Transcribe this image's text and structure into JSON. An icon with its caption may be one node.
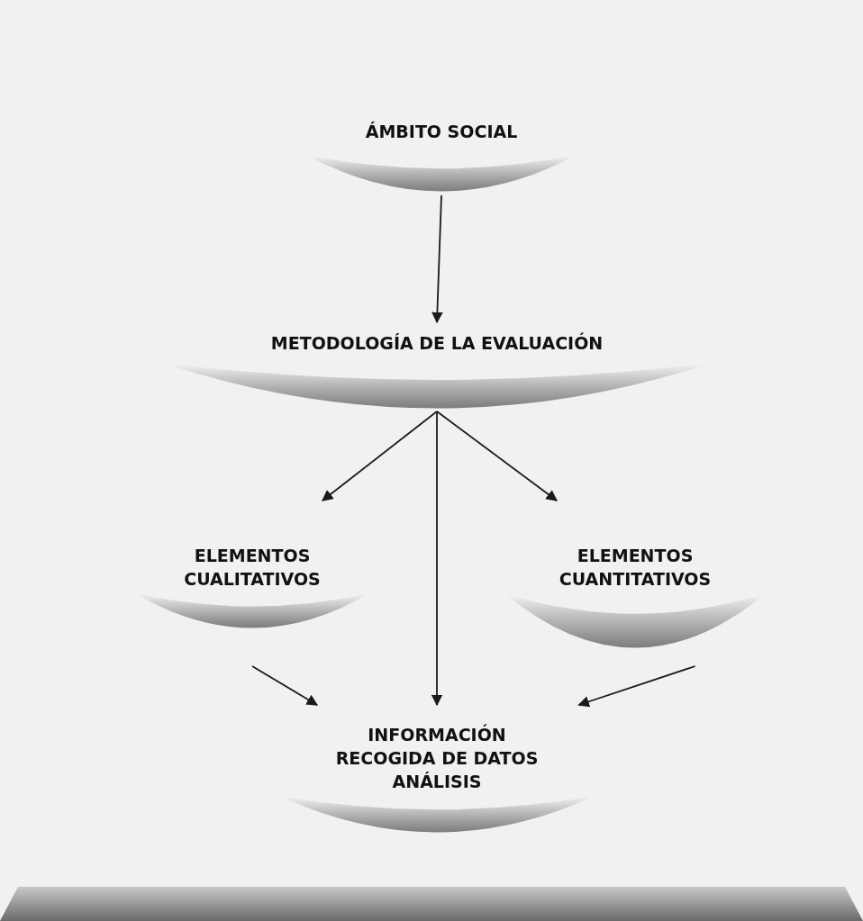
{
  "diagram": {
    "nodes": [
      {
        "text": [
          "ÁMBITO SOCIAL"
        ]
      },
      {
        "text": [
          "METODOLOGÍA DE LA EVALUACIÓN"
        ]
      },
      {
        "text": [
          "ELEMENTOS CUALITATIVOS"
        ]
      },
      {
        "text": [
          "ELEMENTOS CUANTITATIVOS"
        ]
      },
      {
        "text": [
          "INFORMACIÓN",
          "RECOGIDA DE DATOS",
          "ANÁLISIS"
        ]
      },
      {
        "text": [],
        "shape": "bar"
      }
    ],
    "edges": [
      {
        "from": 0,
        "to": 1,
        "arrow": "to"
      },
      {
        "from": 1,
        "to": 2,
        "arrow": "to"
      },
      {
        "from": 1,
        "to": 3,
        "arrow": "to"
      },
      {
        "from": 1,
        "to": 4,
        "arrow": "to"
      },
      {
        "from": 2,
        "to": 4,
        "arrow": "to"
      },
      {
        "from": 3,
        "to": 4,
        "arrow": "to"
      }
    ]
  }
}
